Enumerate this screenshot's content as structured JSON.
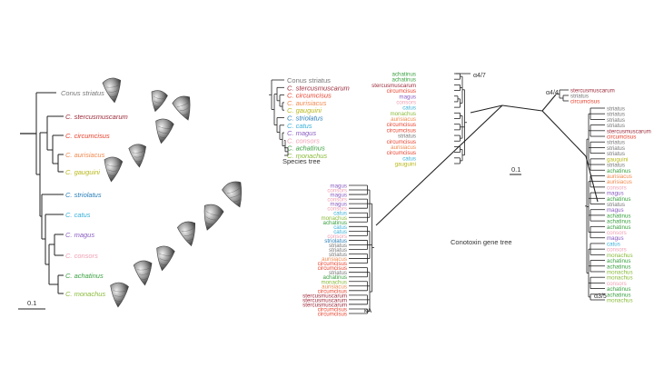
{
  "colors": {
    "line": "#222222",
    "striatus": "#777777",
    "stercusmuscarum": "#9b2a3a",
    "circumcisus": "#e8412c",
    "aurisiacus": "#f08a50",
    "gauguini": "#b8b81a",
    "striolatus": "#2a7fb8",
    "catus": "#3ab0d8",
    "magus": "#8a5cc0",
    "consors": "#f0a0b4",
    "achatinus": "#3aa040",
    "monachus": "#8abb3a",
    "shell": "#444444"
  },
  "left_tree": {
    "labels": [
      {
        "text": "Conus striatus",
        "c": "striatus"
      },
      {
        "text": "C. stercusmuscarum",
        "c": "stercusmuscarum"
      },
      {
        "text": "C. circumcisus",
        "c": "circumcisus"
      },
      {
        "text": "C. aurisiacus",
        "c": "aurisiacus"
      },
      {
        "text": "C. gauguini",
        "c": "gauguini"
      },
      {
        "text": "C. striolatus",
        "c": "striolatus"
      },
      {
        "text": "C. catus",
        "c": "catus"
      },
      {
        "text": "C. magus",
        "c": "magus"
      },
      {
        "text": "C. consors",
        "c": "consors"
      },
      {
        "text": "C. achatinus",
        "c": "achatinus"
      },
      {
        "text": "C. monachus",
        "c": "monachus"
      }
    ],
    "scale_label": "0.1"
  },
  "species_tree": {
    "title": "Species tree",
    "labels": [
      {
        "text": "Conus striatus",
        "c": "striatus"
      },
      {
        "text": "C. stercusmuscarum",
        "c": "stercusmuscarum"
      },
      {
        "text": "C. circumcisus",
        "c": "circumcisus"
      },
      {
        "text": "C. aurisiacus",
        "c": "aurisiacus"
      },
      {
        "text": "C. gauguini",
        "c": "gauguini"
      },
      {
        "text": "C. striolatus",
        "c": "striolatus"
      },
      {
        "text": "C. catus",
        "c": "catus"
      },
      {
        "text": "C. magus",
        "c": "magus"
      },
      {
        "text": "C. consors",
        "c": "consors"
      },
      {
        "text": "C. achatinus",
        "c": "achatinus"
      },
      {
        "text": "C. monachus",
        "c": "monachus"
      }
    ]
  },
  "gene_tree": {
    "title": "Conotoxin gene tree",
    "scale_label": "0.1",
    "clade_a47": {
      "label": "α4/7",
      "leaves": [
        {
          "text": "achatinus",
          "c": "achatinus"
        },
        {
          "text": "achatinus",
          "c": "achatinus"
        },
        {
          "text": "stercusmuscarum",
          "c": "stercusmuscarum"
        },
        {
          "text": "circumcisus",
          "c": "circumcisus"
        },
        {
          "text": "magus",
          "c": "magus"
        },
        {
          "text": "consors",
          "c": "consors"
        },
        {
          "text": "catus",
          "c": "catus"
        },
        {
          "text": "monachus",
          "c": "monachus"
        },
        {
          "text": "aurisiacus",
          "c": "aurisiacus"
        },
        {
          "text": "circumcisus",
          "c": "circumcisus"
        },
        {
          "text": "circumcisus",
          "c": "circumcisus"
        },
        {
          "text": "striatus",
          "c": "striatus"
        },
        {
          "text": "circumcisus",
          "c": "circumcisus"
        },
        {
          "text": "aurisiacus",
          "c": "aurisiacus"
        },
        {
          "text": "circumcisus",
          "c": "circumcisus"
        },
        {
          "text": "catus",
          "c": "catus"
        },
        {
          "text": "gauguini",
          "c": "gauguini"
        }
      ]
    },
    "clade_a44": {
      "label": "α4/4",
      "leaves": [
        {
          "text": "stercusmuscarum",
          "c": "stercusmuscarum"
        },
        {
          "text": "striatus",
          "c": "striatus"
        },
        {
          "text": "circumcisus",
          "c": "circumcisus"
        }
      ]
    },
    "clade_a35": {
      "label": "α3/5",
      "leaves": [
        {
          "text": "striatus",
          "c": "striatus"
        },
        {
          "text": "striatus",
          "c": "striatus"
        },
        {
          "text": "striatus",
          "c": "striatus"
        },
        {
          "text": "striatus",
          "c": "striatus"
        },
        {
          "text": "stercusmuscarum",
          "c": "stercusmuscarum"
        },
        {
          "text": "circumcisus",
          "c": "circumcisus"
        },
        {
          "text": "striatus",
          "c": "striatus"
        },
        {
          "text": "striatus",
          "c": "striatus"
        },
        {
          "text": "striatus",
          "c": "striatus"
        },
        {
          "text": "gauguini",
          "c": "gauguini"
        },
        {
          "text": "striatus",
          "c": "striatus"
        },
        {
          "text": "achatinus",
          "c": "achatinus"
        },
        {
          "text": "aurisiacus",
          "c": "aurisiacus"
        },
        {
          "text": "aurisiacus",
          "c": "aurisiacus"
        },
        {
          "text": "consors",
          "c": "consors"
        },
        {
          "text": "magus",
          "c": "magus"
        },
        {
          "text": "achatinus",
          "c": "achatinus"
        },
        {
          "text": "striatus",
          "c": "striatus"
        },
        {
          "text": "magus",
          "c": "magus"
        },
        {
          "text": "achatinus",
          "c": "achatinus"
        },
        {
          "text": "achatinus",
          "c": "achatinus"
        },
        {
          "text": "achatinus",
          "c": "achatinus"
        },
        {
          "text": "consors",
          "c": "consors"
        },
        {
          "text": "magus",
          "c": "magus"
        },
        {
          "text": "catus",
          "c": "catus"
        },
        {
          "text": "consors",
          "c": "consors"
        },
        {
          "text": "monachus",
          "c": "monachus"
        },
        {
          "text": "achatinus",
          "c": "achatinus"
        },
        {
          "text": "achatinus",
          "c": "achatinus"
        },
        {
          "text": "monachus",
          "c": "monachus"
        },
        {
          "text": "monachus",
          "c": "monachus"
        },
        {
          "text": "consors",
          "c": "consors"
        },
        {
          "text": "achatinus",
          "c": "achatinus"
        },
        {
          "text": "achatinus",
          "c": "achatinus"
        },
        {
          "text": "monachus",
          "c": "monachus"
        }
      ]
    },
    "clade_kA": {
      "label": "κA",
      "leaves": [
        {
          "text": "magus",
          "c": "magus"
        },
        {
          "text": "consors",
          "c": "consors"
        },
        {
          "text": "magus",
          "c": "magus"
        },
        {
          "text": "consors",
          "c": "consors"
        },
        {
          "text": "magus",
          "c": "magus"
        },
        {
          "text": "consors",
          "c": "consors"
        },
        {
          "text": "catus",
          "c": "catus"
        },
        {
          "text": "monachus",
          "c": "monachus"
        },
        {
          "text": "achatinus",
          "c": "achatinus"
        },
        {
          "text": "catus",
          "c": "catus"
        },
        {
          "text": "catus",
          "c": "catus"
        },
        {
          "text": "consors",
          "c": "consors"
        },
        {
          "text": "striolatus",
          "c": "striolatus"
        },
        {
          "text": "striatus",
          "c": "striatus"
        },
        {
          "text": "striatus",
          "c": "striatus"
        },
        {
          "text": "striatus",
          "c": "striatus"
        },
        {
          "text": "aurisiacus",
          "c": "aurisiacus"
        },
        {
          "text": "circumcisus",
          "c": "circumcisus"
        },
        {
          "text": "circumcisus",
          "c": "circumcisus"
        },
        {
          "text": "striatus",
          "c": "striatus"
        },
        {
          "text": "achatinus",
          "c": "achatinus"
        },
        {
          "text": "monachus",
          "c": "monachus"
        },
        {
          "text": "aurisiacus",
          "c": "aurisiacus"
        },
        {
          "text": "circumcisus",
          "c": "circumcisus"
        },
        {
          "text": "stercusmuscarum",
          "c": "stercusmuscarum"
        },
        {
          "text": "stercusmuscarum",
          "c": "stercusmuscarum"
        },
        {
          "text": "stercusmuscarum",
          "c": "stercusmuscarum"
        },
        {
          "text": "circumcisus",
          "c": "circumcisus"
        },
        {
          "text": "circumcisus",
          "c": "circumcisus"
        }
      ]
    }
  }
}
